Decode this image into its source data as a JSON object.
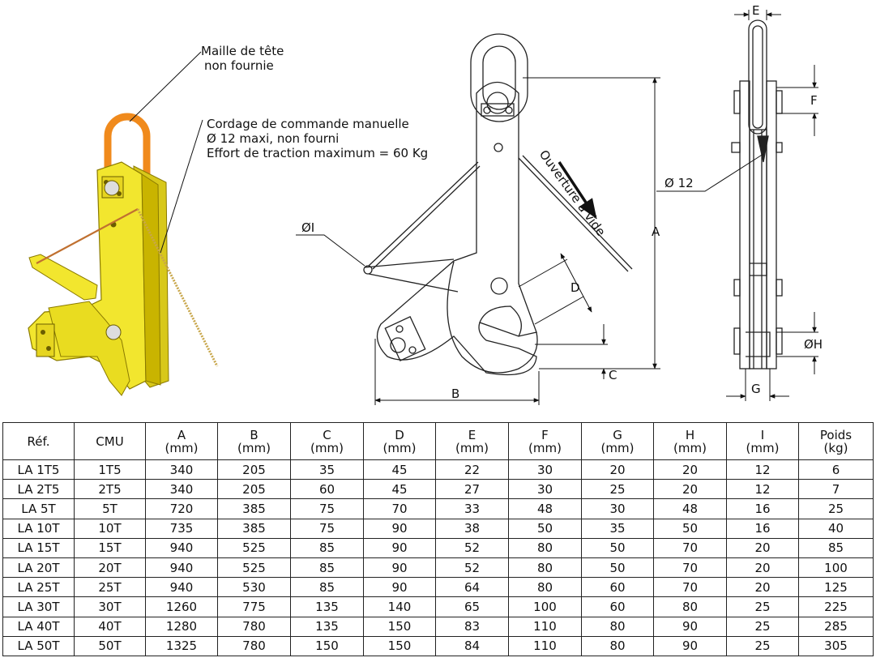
{
  "annotations": {
    "head_link": [
      "Maille de tête",
      "non fournie"
    ],
    "rope": [
      "Cordage de commande manuelle",
      "Ø 12 maxi, non fourni",
      "Effort de traction maximum = 60 Kg"
    ],
    "opening": "Ouverture à vide",
    "dim_A": "A",
    "dim_B": "B",
    "dim_C": "C",
    "dim_D": "D",
    "dim_E": "E",
    "dim_F": "F",
    "dim_G": "G",
    "dim_H": "ØH",
    "dim_I": "ØI",
    "dim_12": "Ø 12"
  },
  "colors": {
    "clamp_body": "#f2e62e",
    "clamp_shadow": "#c9b400",
    "head_link": "#f08a1c",
    "rope": "#c8a64a"
  },
  "table": {
    "headers": [
      {
        "title": "Réf.",
        "unit": ""
      },
      {
        "title": "CMU",
        "unit": ""
      },
      {
        "title": "A",
        "unit": "(mm)"
      },
      {
        "title": "B",
        "unit": "(mm)"
      },
      {
        "title": "C",
        "unit": "(mm)"
      },
      {
        "title": "D",
        "unit": "(mm)"
      },
      {
        "title": "E",
        "unit": "(mm)"
      },
      {
        "title": "F",
        "unit": "(mm)"
      },
      {
        "title": "G",
        "unit": "(mm)"
      },
      {
        "title": "H",
        "unit": "(mm)"
      },
      {
        "title": "I",
        "unit": "(mm)"
      },
      {
        "title": "Poids",
        "unit": "(kg)"
      }
    ],
    "rows": [
      [
        "LA 1T5",
        "1T5",
        "340",
        "205",
        "35",
        "45",
        "22",
        "30",
        "20",
        "20",
        "12",
        "6"
      ],
      [
        "LA 2T5",
        "2T5",
        "340",
        "205",
        "60",
        "45",
        "27",
        "30",
        "25",
        "20",
        "12",
        "7"
      ],
      [
        "LA 5T",
        "5T",
        "720",
        "385",
        "75",
        "70",
        "33",
        "48",
        "30",
        "48",
        "16",
        "25"
      ],
      [
        "LA 10T",
        "10T",
        "735",
        "385",
        "75",
        "90",
        "38",
        "50",
        "35",
        "50",
        "16",
        "40"
      ],
      [
        "LA 15T",
        "15T",
        "940",
        "525",
        "85",
        "90",
        "52",
        "80",
        "50",
        "70",
        "20",
        "85"
      ],
      [
        "LA 20T",
        "20T",
        "940",
        "525",
        "85",
        "90",
        "52",
        "80",
        "50",
        "70",
        "20",
        "100"
      ],
      [
        "LA 25T",
        "25T",
        "940",
        "530",
        "85",
        "90",
        "64",
        "80",
        "60",
        "70",
        "20",
        "125"
      ],
      [
        "LA 30T",
        "30T",
        "1260",
        "775",
        "135",
        "140",
        "65",
        "100",
        "60",
        "80",
        "25",
        "225"
      ],
      [
        "LA 40T",
        "40T",
        "1280",
        "780",
        "135",
        "150",
        "83",
        "110",
        "80",
        "90",
        "25",
        "285"
      ],
      [
        "LA 50T",
        "50T",
        "1325",
        "780",
        "150",
        "150",
        "84",
        "110",
        "80",
        "90",
        "25",
        "305"
      ]
    ]
  }
}
